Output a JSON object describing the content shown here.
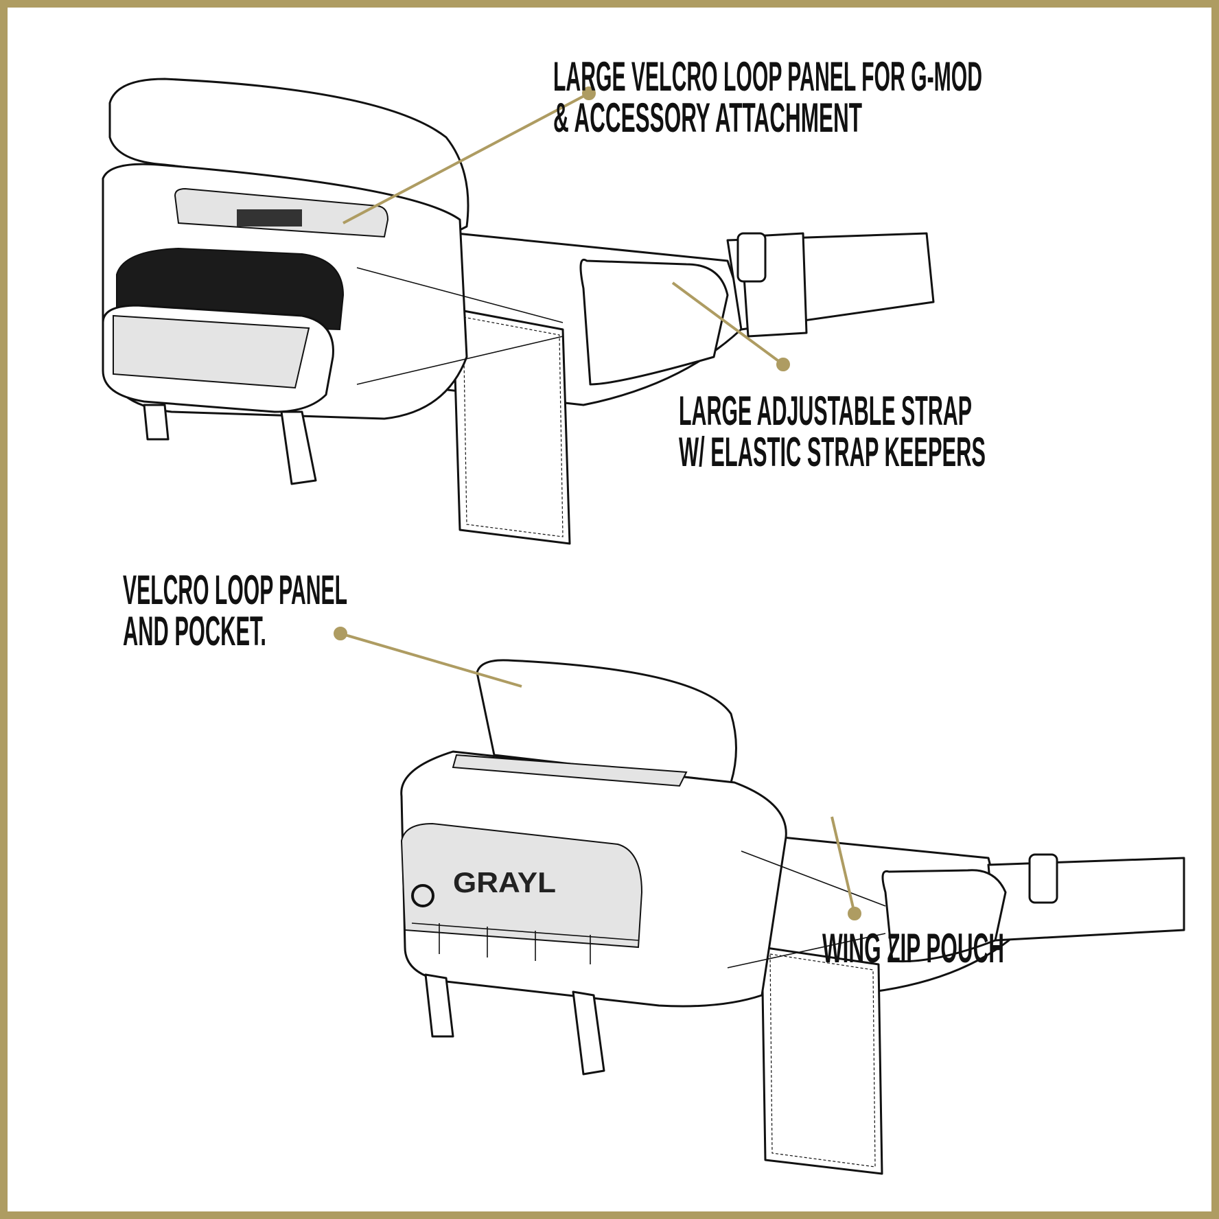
{
  "colors": {
    "border": "#AE9C62",
    "callout": "#AE9C62",
    "text": "#111111"
  },
  "brand": "GRAYL",
  "callouts": [
    {
      "lines": [
        "LARGE VELCRO LOOP PANEL FOR G-MOD",
        "& ACCESSORY ATTACHMENT"
      ]
    },
    {
      "lines": [
        "LARGE ADJUSTABLE STRAP",
        "W/ ELASTIC STRAP KEEPERS"
      ]
    },
    {
      "lines": [
        "VELCRO LOOP PANEL",
        "AND POCKET."
      ]
    },
    {
      "lines": [
        "WING ZIP POUCH"
      ]
    }
  ]
}
